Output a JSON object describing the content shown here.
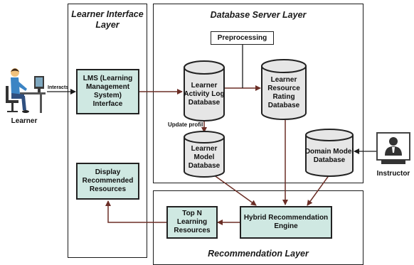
{
  "layers": {
    "learner_interface": "Learner Interface Layer",
    "database_server": "Database Server Layer",
    "recommendation": "Recommendation Layer"
  },
  "actors": {
    "learner": "Learner",
    "instructor": "Instructor"
  },
  "edge_labels": {
    "interacts": "Interacts",
    "update_profile": "Update profil"
  },
  "boxes": {
    "lms_interface": "LMS (Learning Management System) Interface",
    "display_recommended": "Display Recommended Resources",
    "preprocessing": "Preprocessing",
    "top_n": "Top N Learning Resources",
    "hybrid_engine": "Hybrid Recommendation Engine"
  },
  "databases": {
    "activity_log": "Learner Activity Log Database",
    "resource_rating": "Learner Resource Rating Database",
    "learner_model": "Learner Model Database",
    "domain_model": "Domain Model Database"
  },
  "colors": {
    "box_fill": "#cfe8e2",
    "db_fill": "#e6e6e6",
    "arrow_brown": "#6b2e26",
    "stroke": "#1a1a1a"
  }
}
